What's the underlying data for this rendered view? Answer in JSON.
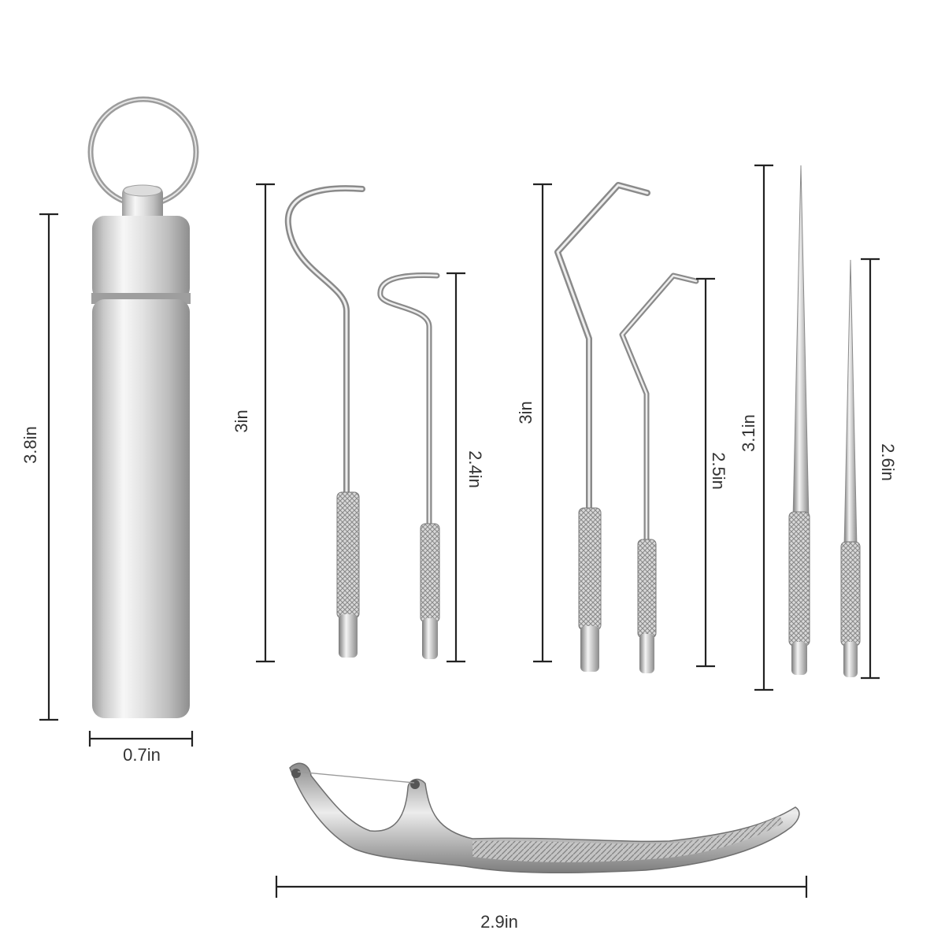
{
  "colors": {
    "background": "#ffffff",
    "dimension_line": "#222222",
    "label_text": "#333333",
    "steel_light": "#f2f2f2",
    "steel_mid": "#b9b9b9",
    "steel_dark": "#6f6f6f"
  },
  "items": {
    "case": {
      "height_label": "3.8in",
      "width_label": "0.7in"
    },
    "hook_pick_large": {
      "label": "3in"
    },
    "hook_pick_small": {
      "label": "2.4in"
    },
    "angled_pick_large": {
      "label": "3in"
    },
    "angled_pick_small": {
      "label": "2.5in"
    },
    "needle_pick_large": {
      "label": "3.1in"
    },
    "needle_pick_small": {
      "label": "2.6in"
    },
    "floss_pick": {
      "label": "2.9in"
    }
  }
}
